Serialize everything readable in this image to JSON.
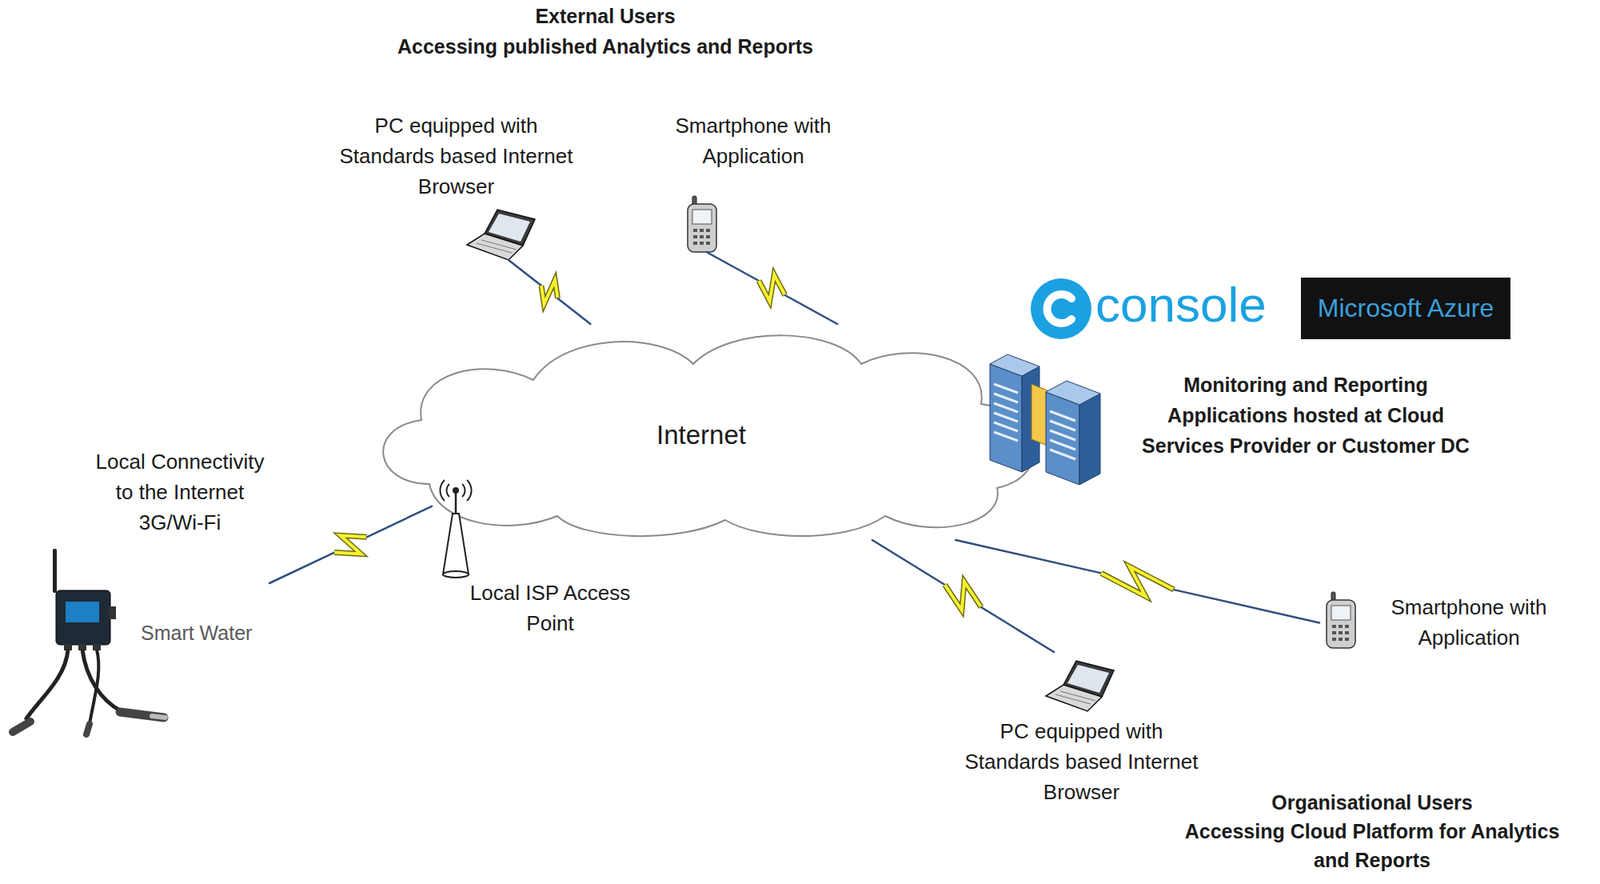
{
  "diagram": {
    "nodes": [
      {
        "text": [
          "PC equipped with Standards based Internet Browser"
        ]
      },
      {
        "text": [
          "Smartphone with Application"
        ]
      },
      {
        "text": [
          "Internet"
        ]
      },
      {
        "text": [
          "Monitoring and Reporting Applications hosted at Cloud Services Provider or Customer DC"
        ]
      },
      {
        "text": [
          "Local ISP Access Point"
        ]
      },
      {
        "text": [
          "Smart Water"
        ]
      },
      {
        "text": [
          "Smartphone with Application"
        ]
      },
      {
        "text": [
          "PC equipped with Standards based Internet Browser"
        ]
      }
    ],
    "edges": [
      {
        "from": 0,
        "to": 2,
        "arrow": "none"
      },
      {
        "from": 1,
        "to": 2,
        "arrow": "none"
      },
      {
        "from": 5,
        "to": 4,
        "label": "Local Connectivity to the Internet 3G/Wi-Fi",
        "arrow": "none"
      },
      {
        "from": 2,
        "to": 6,
        "arrow": "none"
      },
      {
        "from": 2,
        "to": 7,
        "arrow": "none"
      }
    ],
    "labels": [
      "External Users",
      "Accessing published Analytics and Reports",
      "console",
      "Microsoft Azure",
      "Organisational Users",
      "Accessing Cloud Platform for Analytics and Reports"
    ]
  }
}
